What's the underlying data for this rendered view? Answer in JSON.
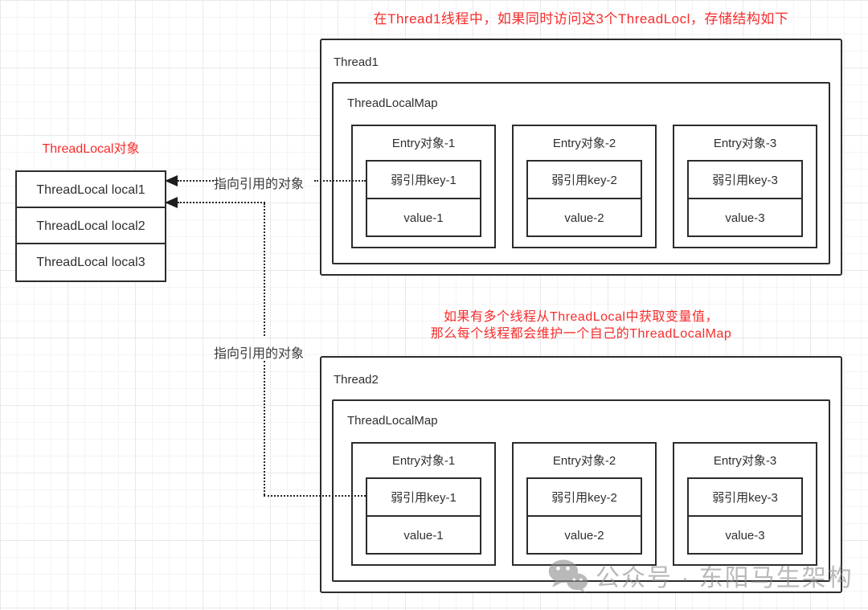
{
  "colors": {
    "note_red": "#f72c2c",
    "box_border": "#2c2c2c",
    "watermark_gray": "#8c8c8c",
    "grid_line": "#e9e9e9"
  },
  "annotations": {
    "top_note": "在Thread1线程中，如果同时访问这3个ThreadLocl，存储结构如下",
    "middle_note_line1": "如果有多个线程从ThreadLocal中获取变量值，",
    "middle_note_line2": "那么每个线程都会维护一个自己的ThreadLocalMap",
    "threadlocal_label": "ThreadLocal对象",
    "pointer_label_1": "指向引用的对象",
    "pointer_label_2": "指向引用的对象"
  },
  "threadlocal_list": {
    "items": [
      "ThreadLocal local1",
      "ThreadLocal local2",
      "ThreadLocal local3"
    ]
  },
  "threads": [
    {
      "title": "Thread1",
      "map_title": "ThreadLocalMap",
      "entries": [
        {
          "title": "Entry对象-1",
          "key": "弱引用key-1",
          "value": "value-1"
        },
        {
          "title": "Entry对象-2",
          "key": "弱引用key-2",
          "value": "value-2"
        },
        {
          "title": "Entry对象-3",
          "key": "弱引用key-3",
          "value": "value-3"
        }
      ]
    },
    {
      "title": "Thread2",
      "map_title": "ThreadLocalMap",
      "entries": [
        {
          "title": "Entry对象-1",
          "key": "弱引用key-1",
          "value": "value-1"
        },
        {
          "title": "Entry对象-2",
          "key": "弱引用key-2",
          "value": "value-2"
        },
        {
          "title": "Entry对象-3",
          "key": "弱引用key-3",
          "value": "value-3"
        }
      ]
    }
  ],
  "watermark": {
    "icon": "wechat-icon",
    "text": "公众号 · 东阳马生架构"
  }
}
